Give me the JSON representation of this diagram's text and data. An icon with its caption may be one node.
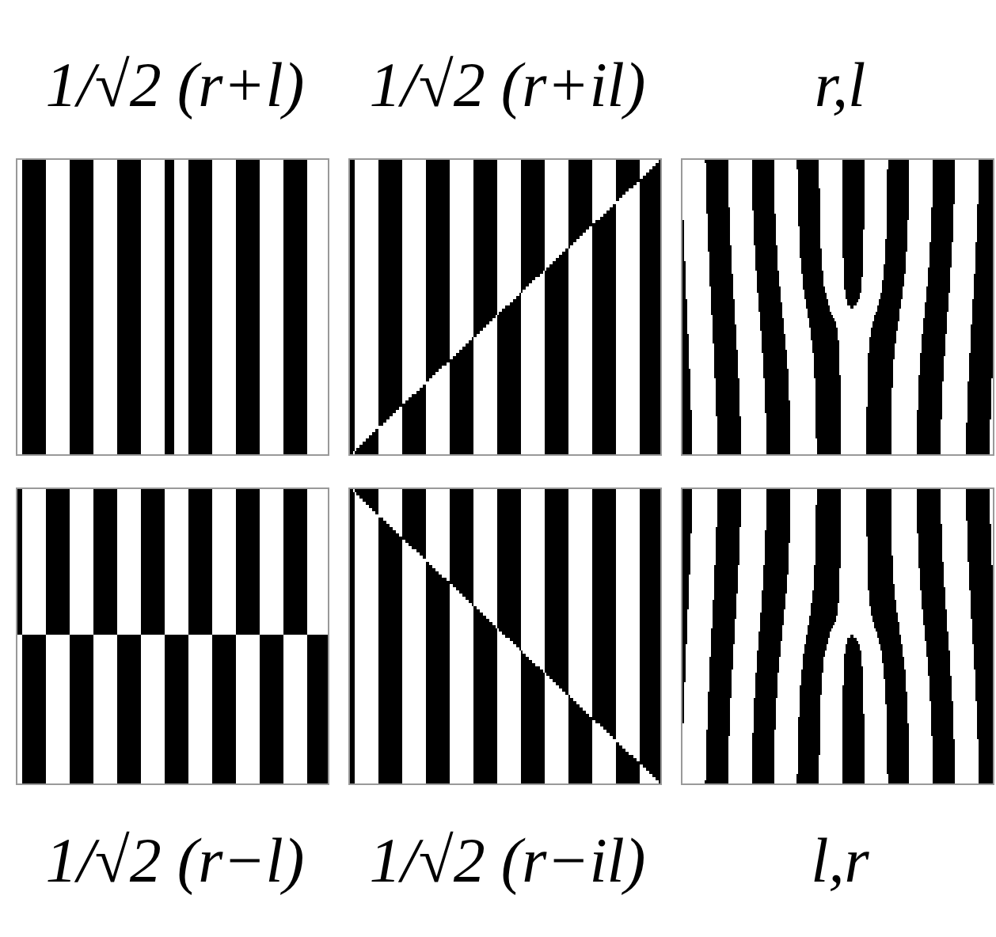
{
  "diagram": {
    "labels": [
      "1/√2 (r+l)",
      "1/√2 (r+il)",
      "r,l",
      "1/√2 (r−l)",
      "1/√2 (r−il)",
      "l,r"
    ]
  }
}
